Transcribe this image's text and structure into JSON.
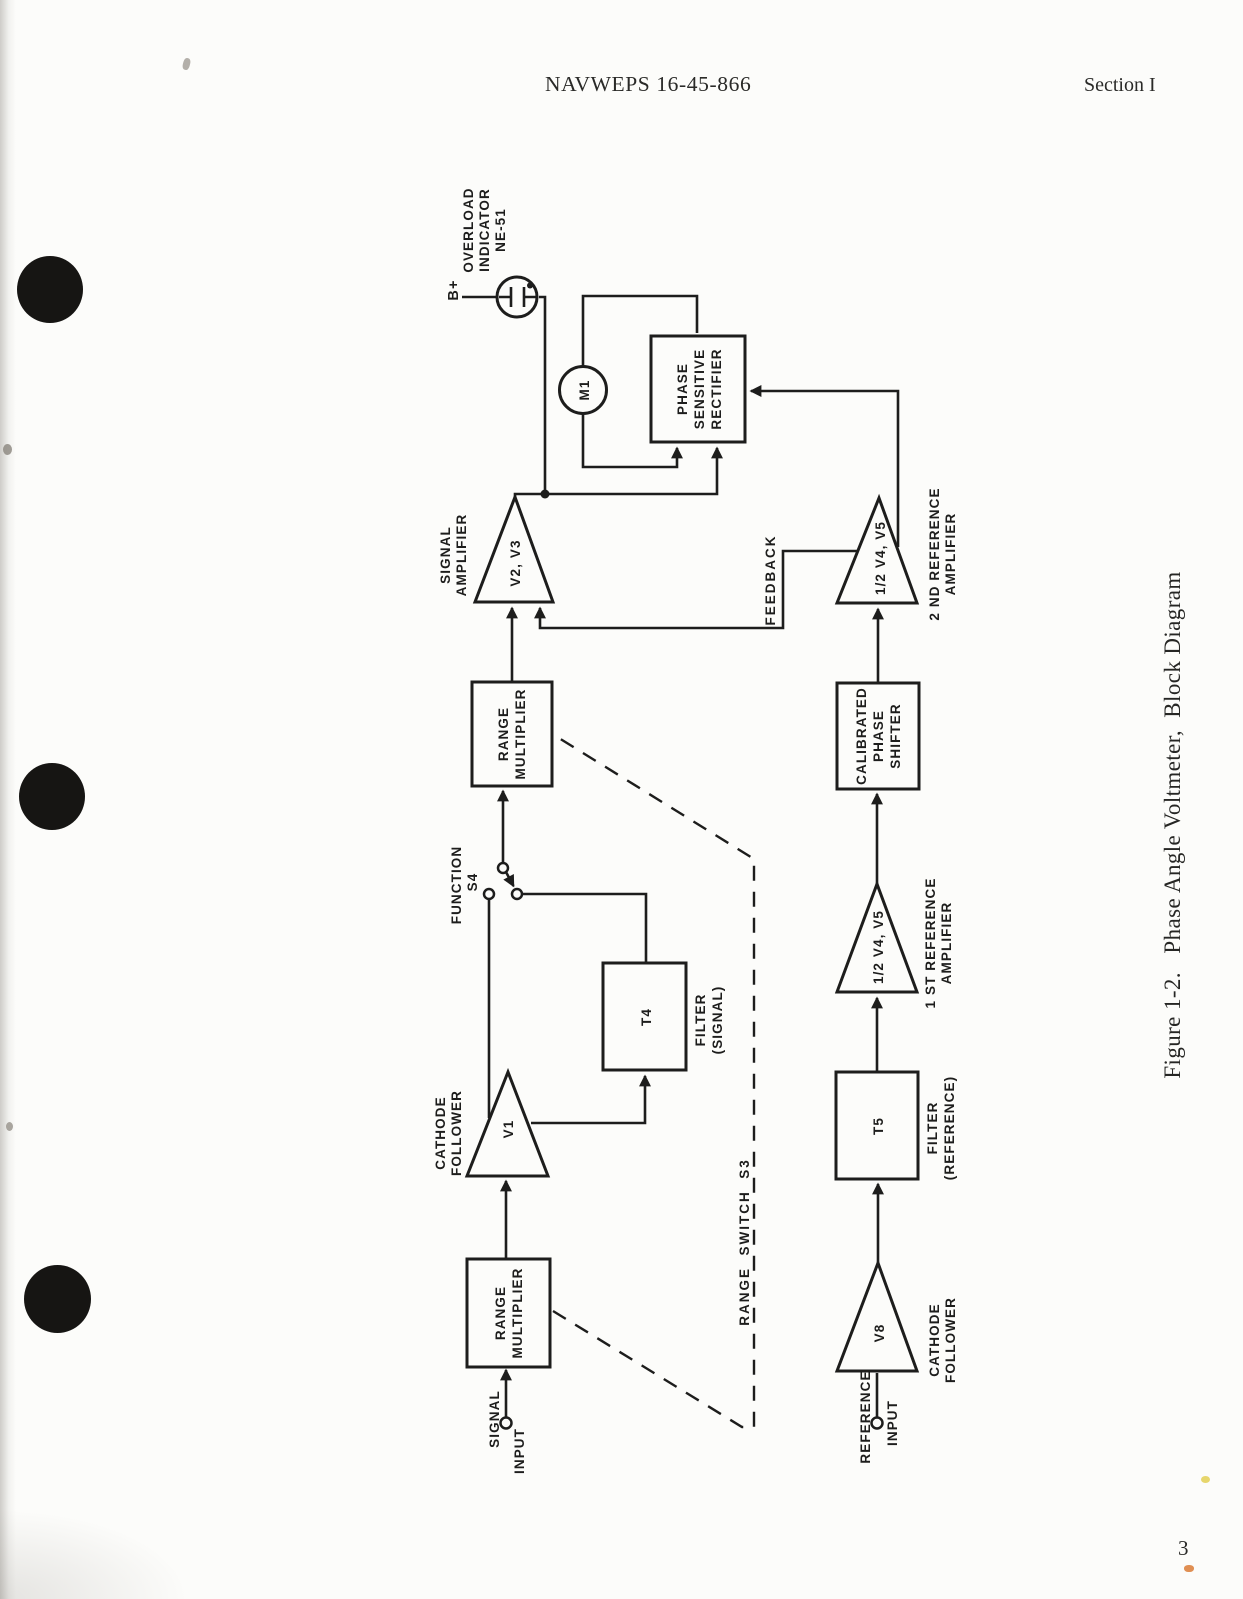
{
  "page": {
    "header_center": "NAVWEPS 16-45-866",
    "header_right": "Section I",
    "page_number": "3",
    "caption": "Figure 1-2.   Phase Angle Voltmeter,  Block Diagram",
    "ink_color": "#1d1d1c",
    "paper_color": "#fcfcfa"
  },
  "diagram": {
    "signal_input": {
      "line1": "SIGNAL",
      "line2": "INPUT"
    },
    "range_multiplier_1": {
      "line1": "RANGE",
      "line2": "MULTIPLIER"
    },
    "cathode_follower_1": {
      "label_line1": "CATHODE",
      "label_line2": "FOLLOWER",
      "tube": "V1"
    },
    "filter_signal": {
      "tube": "T4",
      "label_line1": "FILTER",
      "label_line2": "(SIGNAL)"
    },
    "function_switch": {
      "label_line1": "FUNCTION",
      "label_line2": "S4"
    },
    "range_multiplier_2": {
      "line1": "RANGE",
      "line2": "MULTIPLIER"
    },
    "signal_amplifier": {
      "label_line1": "SIGNAL",
      "label_line2": "AMPLIFIER",
      "tube": "V2, V3"
    },
    "phase_sensitive_rectifier": {
      "line1": "PHASE",
      "line2": "SENSITIVE",
      "line3": "RECTIFIER"
    },
    "meter": {
      "label": "M1"
    },
    "overload_indicator": {
      "label_line1": "OVERLOAD",
      "label_line2": "INDICATOR",
      "label_line3": "NE-51"
    },
    "supply": {
      "label": "B+"
    },
    "feedback": {
      "label": "FEEDBACK"
    },
    "range_switch": {
      "label": "RANGE  SWITCH  S3"
    },
    "reference_input": {
      "line1": "REFERENCE",
      "line2": "INPUT"
    },
    "cathode_follower_2": {
      "label_line1": "CATHODE",
      "label_line2": "FOLLOWER",
      "tube": "V8"
    },
    "filter_reference": {
      "tube": "T5",
      "label_line1": "FILTER",
      "label_line2": "(REFERENCE)"
    },
    "reference_amplifier_1": {
      "label_line1": "1 ST REFERENCE",
      "label_line2": "AMPLIFIER",
      "tube": "1/2 V4, V5"
    },
    "calibrated_phase_shifter": {
      "line1": "CALIBRATED",
      "line2": "PHASE",
      "line3": "SHIFTER"
    },
    "reference_amplifier_2": {
      "label_line1": "2 ND REFERENCE",
      "label_line2": "AMPLIFIER",
      "tube": "1/2 V4, V5"
    }
  }
}
